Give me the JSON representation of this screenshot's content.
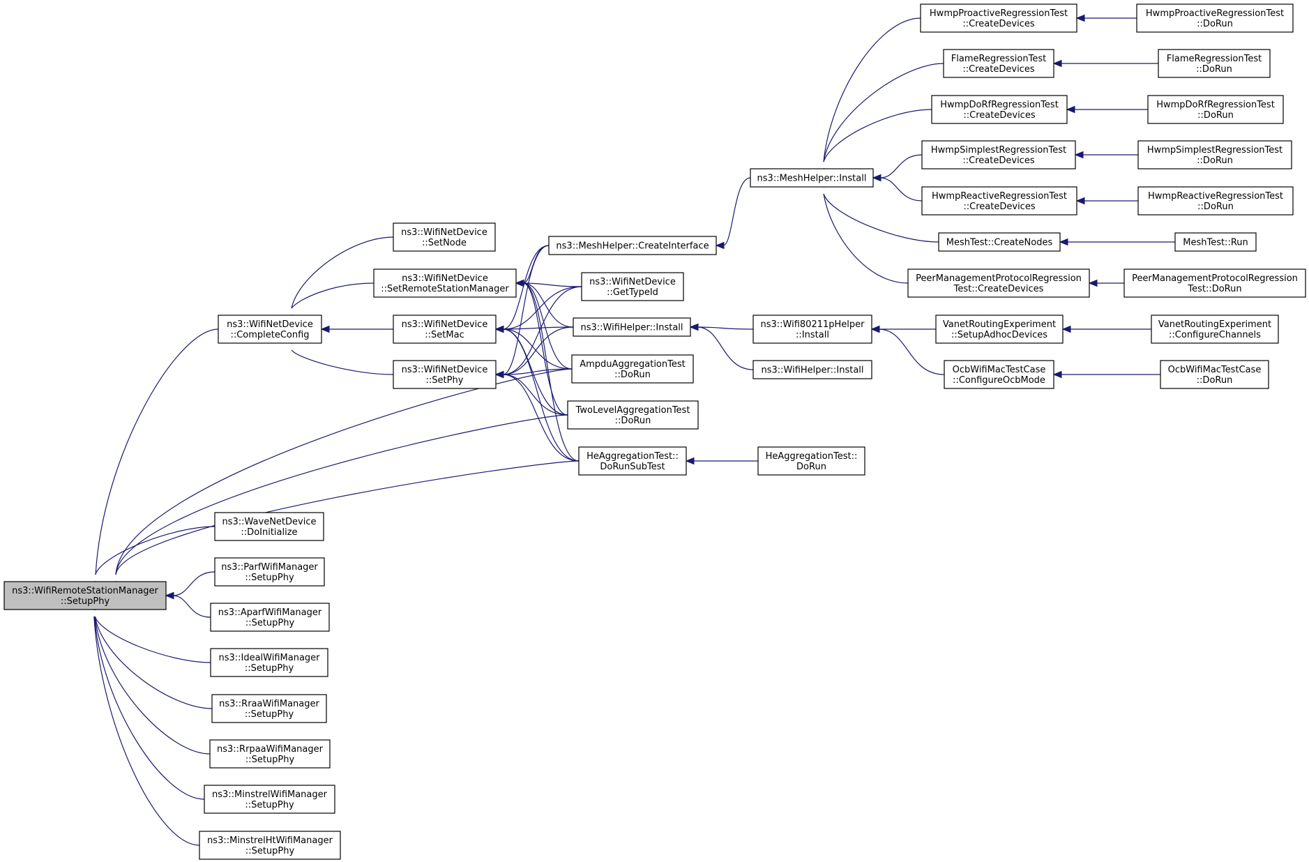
{
  "nodes": [
    {
      "id": "root",
      "lines": [
        "ns3::WifiRemoteStationManager",
        "::SetupPhy"
      ],
      "highlight": true
    },
    {
      "id": "cc",
      "lines": [
        "ns3::WifiNetDevice",
        "::CompleteConfig"
      ]
    },
    {
      "id": "wave",
      "lines": [
        "ns3::WaveNetDevice",
        "::DoInitialize"
      ]
    },
    {
      "id": "parf",
      "lines": [
        "ns3::ParfWifiManager",
        "::SetupPhy"
      ]
    },
    {
      "id": "aparf",
      "lines": [
        "ns3::AparfWifiManager",
        "::SetupPhy"
      ]
    },
    {
      "id": "ideal",
      "lines": [
        "ns3::IdealWifiManager",
        "::SetupPhy"
      ]
    },
    {
      "id": "rraa",
      "lines": [
        "ns3::RraaWifiManager",
        "::SetupPhy"
      ]
    },
    {
      "id": "rrpaa",
      "lines": [
        "ns3::RrpaaWifiManager",
        "::SetupPhy"
      ]
    },
    {
      "id": "minstrel",
      "lines": [
        "ns3::MinstrelWifiManager",
        "::SetupPhy"
      ]
    },
    {
      "id": "minstrelht",
      "lines": [
        "ns3::MinstrelHtWifiManager",
        "::SetupPhy"
      ]
    },
    {
      "id": "setnode",
      "lines": [
        "ns3::WifiNetDevice",
        "::SetNode"
      ]
    },
    {
      "id": "setrsm",
      "lines": [
        "ns3::WifiNetDevice",
        "::SetRemoteStationManager"
      ]
    },
    {
      "id": "setmac",
      "lines": [
        "ns3::WifiNetDevice",
        "::SetMac"
      ]
    },
    {
      "id": "setphy",
      "lines": [
        "ns3::WifiNetDevice",
        "::SetPhy"
      ]
    },
    {
      "id": "createiface",
      "lines": [
        "ns3::MeshHelper::CreateInterface"
      ]
    },
    {
      "id": "gettypeid",
      "lines": [
        "ns3::WifiNetDevice",
        "::GetTypeId"
      ]
    },
    {
      "id": "wifiinstall",
      "lines": [
        "ns3::WifiHelper::Install"
      ]
    },
    {
      "id": "ampdu",
      "lines": [
        "AmpduAggregationTest",
        "::DoRun"
      ]
    },
    {
      "id": "twolevel",
      "lines": [
        "TwoLevelAggregationTest",
        "::DoRun"
      ]
    },
    {
      "id": "hesub",
      "lines": [
        "HeAggregationTest::",
        "DoRunSubTest"
      ]
    },
    {
      "id": "hedorun",
      "lines": [
        "HeAggregationTest::",
        "DoRun"
      ]
    },
    {
      "id": "meshinstall",
      "lines": [
        "ns3::MeshHelper::Install"
      ]
    },
    {
      "id": "w80211p",
      "lines": [
        "ns3::Wifi80211pHelper",
        "::Install"
      ]
    },
    {
      "id": "wifiinstall2",
      "lines": [
        "ns3::WifiHelper::Install"
      ]
    },
    {
      "id": "hpro_cd",
      "lines": [
        "HwmpProactiveRegressionTest",
        "::CreateDevices"
      ]
    },
    {
      "id": "flame_cd",
      "lines": [
        "FlameRegressionTest",
        "::CreateDevices"
      ]
    },
    {
      "id": "hdorf_cd",
      "lines": [
        "HwmpDoRfRegressionTest",
        "::CreateDevices"
      ]
    },
    {
      "id": "hsimp_cd",
      "lines": [
        "HwmpSimplestRegressionTest",
        "::CreateDevices"
      ]
    },
    {
      "id": "hreact_cd",
      "lines": [
        "HwmpReactiveRegressionTest",
        "::CreateDevices"
      ]
    },
    {
      "id": "meshtest_cn",
      "lines": [
        "MeshTest::CreateNodes"
      ]
    },
    {
      "id": "peer_cd",
      "lines": [
        "PeerManagementProtocolRegression",
        "Test::CreateDevices"
      ]
    },
    {
      "id": "vanet_sad",
      "lines": [
        "VanetRoutingExperiment",
        "::SetupAdhocDevices"
      ]
    },
    {
      "id": "ocb_com",
      "lines": [
        "OcbWifiMacTestCase",
        "::ConfigureOcbMode"
      ]
    },
    {
      "id": "hpro_dr",
      "lines": [
        "HwmpProactiveRegressionTest",
        "::DoRun"
      ]
    },
    {
      "id": "flame_dr",
      "lines": [
        "FlameRegressionTest",
        "::DoRun"
      ]
    },
    {
      "id": "hdorf_dr",
      "lines": [
        "HwmpDoRfRegressionTest",
        "::DoRun"
      ]
    },
    {
      "id": "hsimp_dr",
      "lines": [
        "HwmpSimplestRegressionTest",
        "::DoRun"
      ]
    },
    {
      "id": "hreact_dr",
      "lines": [
        "HwmpReactiveRegressionTest",
        "::DoRun"
      ]
    },
    {
      "id": "meshtest_run",
      "lines": [
        "MeshTest::Run"
      ]
    },
    {
      "id": "peer_dr",
      "lines": [
        "PeerManagementProtocolRegression",
        "Test::DoRun"
      ]
    },
    {
      "id": "vanet_cc",
      "lines": [
        "VanetRoutingExperiment",
        "::ConfigureChannels"
      ]
    },
    {
      "id": "ocb_dr",
      "lines": [
        "OcbWifiMacTestCase",
        "::DoRun"
      ]
    }
  ],
  "edges": [
    [
      "cc",
      "root"
    ],
    [
      "wave",
      "root"
    ],
    [
      "parf",
      "root"
    ],
    [
      "aparf",
      "root"
    ],
    [
      "ideal",
      "root"
    ],
    [
      "rraa",
      "root"
    ],
    [
      "rrpaa",
      "root"
    ],
    [
      "minstrel",
      "root"
    ],
    [
      "minstrelht",
      "root"
    ],
    [
      "ampdu",
      "root"
    ],
    [
      "twolevel",
      "root"
    ],
    [
      "hesub",
      "root"
    ],
    [
      "setnode",
      "cc"
    ],
    [
      "setrsm",
      "cc"
    ],
    [
      "setmac",
      "cc"
    ],
    [
      "setphy",
      "cc"
    ],
    [
      "createiface",
      "setrsm"
    ],
    [
      "gettypeid",
      "setrsm"
    ],
    [
      "wifiinstall",
      "setrsm"
    ],
    [
      "ampdu",
      "setrsm"
    ],
    [
      "twolevel",
      "setrsm"
    ],
    [
      "hesub",
      "setrsm"
    ],
    [
      "createiface",
      "setmac"
    ],
    [
      "gettypeid",
      "setmac"
    ],
    [
      "wifiinstall",
      "setmac"
    ],
    [
      "ampdu",
      "setmac"
    ],
    [
      "twolevel",
      "setmac"
    ],
    [
      "hesub",
      "setmac"
    ],
    [
      "createiface",
      "setphy"
    ],
    [
      "gettypeid",
      "setphy"
    ],
    [
      "wifiinstall",
      "setphy"
    ],
    [
      "ampdu",
      "setphy"
    ],
    [
      "twolevel",
      "setphy"
    ],
    [
      "hesub",
      "setphy"
    ],
    [
      "meshinstall",
      "createiface"
    ],
    [
      "w80211p",
      "wifiinstall"
    ],
    [
      "wifiinstall2",
      "wifiinstall"
    ],
    [
      "hedorun",
      "hesub"
    ],
    [
      "hpro_cd",
      "meshinstall"
    ],
    [
      "flame_cd",
      "meshinstall"
    ],
    [
      "hdorf_cd",
      "meshinstall"
    ],
    [
      "hsimp_cd",
      "meshinstall"
    ],
    [
      "hreact_cd",
      "meshinstall"
    ],
    [
      "meshtest_cn",
      "meshinstall"
    ],
    [
      "peer_cd",
      "meshinstall"
    ],
    [
      "vanet_sad",
      "w80211p"
    ],
    [
      "ocb_com",
      "w80211p"
    ],
    [
      "hpro_dr",
      "hpro_cd"
    ],
    [
      "flame_dr",
      "flame_cd"
    ],
    [
      "hdorf_dr",
      "hdorf_cd"
    ],
    [
      "hsimp_dr",
      "hsimp_cd"
    ],
    [
      "hreact_dr",
      "hreact_cd"
    ],
    [
      "meshtest_run",
      "meshtest_cn"
    ],
    [
      "peer_dr",
      "peer_cd"
    ],
    [
      "vanet_cc",
      "vanet_sad"
    ],
    [
      "ocb_dr",
      "ocb_com"
    ]
  ],
  "colors": {
    "edge": "#191970",
    "root_fill": "#bfbfbf",
    "node_fill": "#ffffff",
    "border": "#000000"
  }
}
